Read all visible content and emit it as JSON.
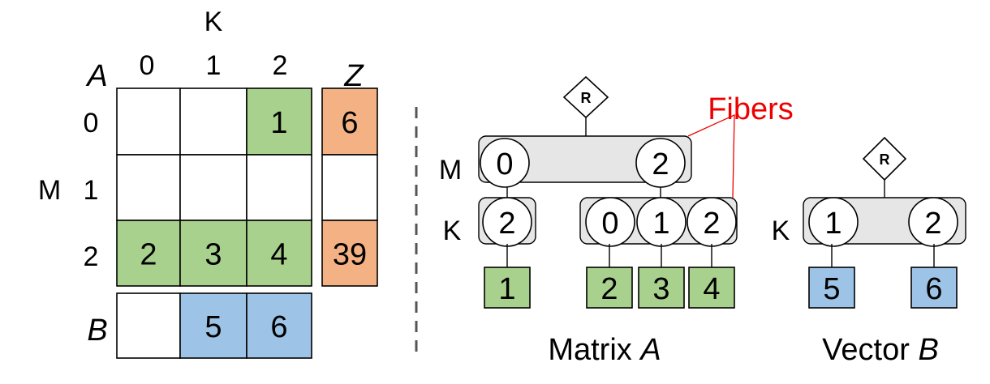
{
  "colors": {
    "green": "#a9d18e",
    "blue": "#9dc3e6",
    "orange": "#f4b183",
    "fiber_label": "#ee0000",
    "fiber_box": "#e6e6e6"
  },
  "left": {
    "k_axis_label": "K",
    "m_axis_label": "M",
    "matrix_label": "A",
    "z_label": "Z",
    "b_label": "B",
    "col_indices": [
      "0",
      "1",
      "2"
    ],
    "row_indices": [
      "0",
      "1",
      "2"
    ],
    "matrix_a": [
      [
        "",
        "",
        "1"
      ],
      [
        "",
        "",
        ""
      ],
      [
        "2",
        "3",
        "4"
      ]
    ],
    "vector_z": [
      "6",
      "",
      "39"
    ],
    "vector_b": [
      "",
      "5",
      "6"
    ]
  },
  "right": {
    "fibers_label": "Fibers",
    "root_label": "R",
    "matrix": {
      "m_label": "M",
      "k_label": "K",
      "m_coords": [
        "0",
        "2"
      ],
      "k_fiber_0": [
        "2"
      ],
      "k_fiber_2": [
        "0",
        "1",
        "2"
      ],
      "payloads_fiber_0": [
        "1"
      ],
      "payloads_fiber_2": [
        "2",
        "3",
        "4"
      ],
      "caption_prefix": "Matrix ",
      "caption_var": "A"
    },
    "vector": {
      "k_label": "K",
      "root_label": "R",
      "k_coords": [
        "1",
        "2"
      ],
      "payloads": [
        "5",
        "6"
      ],
      "caption_prefix": "Vector ",
      "caption_var": "B"
    }
  }
}
